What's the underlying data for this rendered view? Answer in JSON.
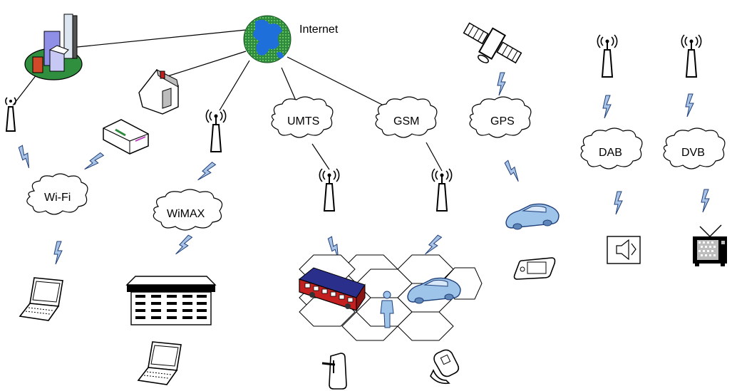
{
  "labels": {
    "internet": "Internet",
    "wifi": "Wi-Fi",
    "wimax": "WiMAX",
    "umts": "UMTS",
    "gsm": "GSM",
    "gps": "GPS",
    "dab": "DAB",
    "dvb": "DVB"
  },
  "colors": {
    "ocean": "#2e8b3e",
    "land": "#1e6fd9",
    "bolt_fill": "#a9c4e6",
    "bolt_stroke": "#1f3f78",
    "car": "#9fc4ea",
    "bus": "#c42020",
    "bus_roof": "#2a2f8c",
    "city_base": "#2f8f3f",
    "building_a": "#8f8fe8",
    "building_b": "#d04a2a"
  },
  "icons": [
    "globe-icon",
    "city-icon",
    "house-icon",
    "router-icon",
    "antenna-icon",
    "satellite-icon",
    "car-icon",
    "laptop-icon",
    "office-building-icon",
    "bus-icon",
    "person-icon",
    "pda-icon",
    "flip-phone-icon",
    "gps-device-icon",
    "radio-speaker-icon",
    "tv-icon"
  ]
}
